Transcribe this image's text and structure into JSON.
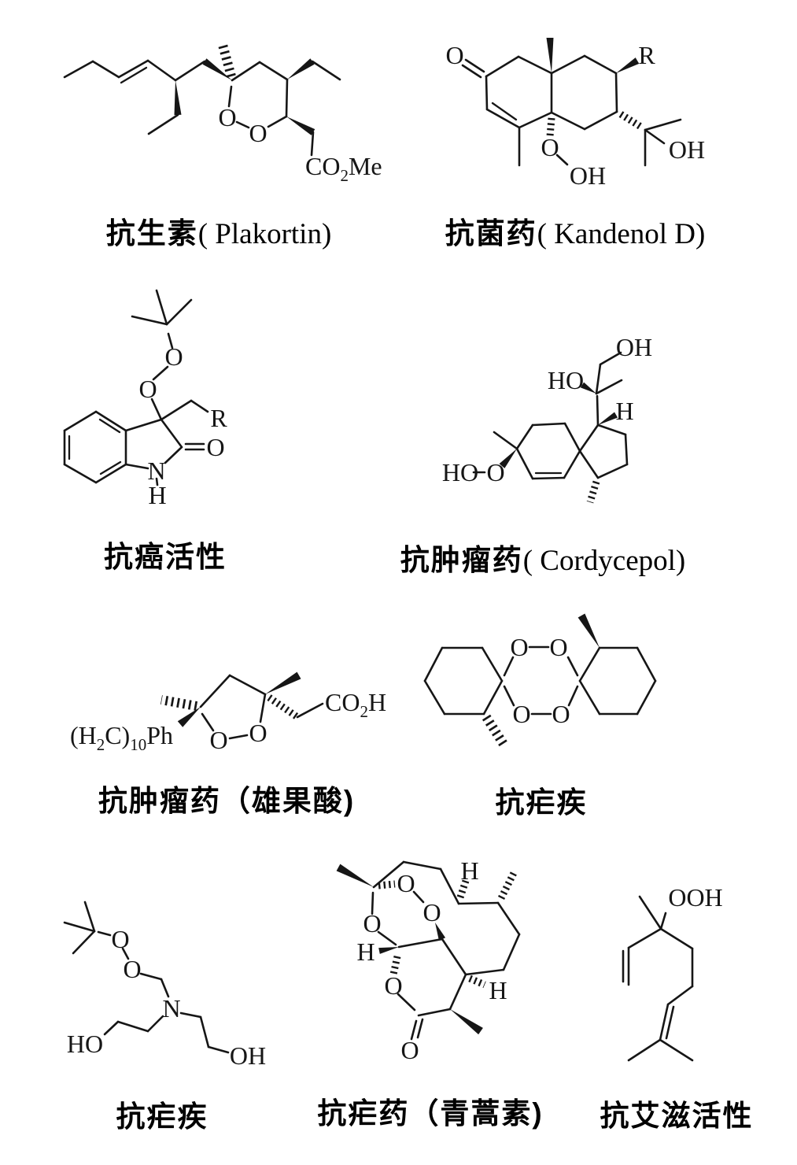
{
  "colors": {
    "background": "#ffffff",
    "ink": "#161616"
  },
  "figures": [
    {
      "key": "plakortin",
      "caption_zh": "抗生素",
      "caption_latin": "( Plakortin)",
      "labels": {
        "o1": "O",
        "o2": "O",
        "ester_pre": "CO",
        "ester_sub": "2",
        "ester_post": "Me"
      }
    },
    {
      "key": "kandenol-d",
      "caption_zh": "抗菌药",
      "caption_latin": "( Kandenol D)",
      "labels": {
        "ketone_o": "O",
        "r_group": "R",
        "peroxy_o": "O",
        "peroxy_oh": "OH",
        "alcohol_oh": "OH"
      }
    },
    {
      "key": "oxindole-peroxide",
      "caption_zh": "抗癌活性",
      "caption_latin": "",
      "labels": {
        "o1": "O",
        "o2": "O",
        "carbonyl_o": "O",
        "n": "N",
        "nh": "H",
        "r_group": "R"
      }
    },
    {
      "key": "cordycepol",
      "caption_zh": "抗肿瘤药",
      "caption_latin": "( Cordycepol)",
      "labels": {
        "oh_top": "OH",
        "ho_side": "HO",
        "h": "H",
        "ho_left": "HO",
        "o_left": "O"
      }
    },
    {
      "key": "plakinic-acid",
      "caption_zh": "抗肿瘤药（雄果酸)",
      "caption_latin": "",
      "labels": {
        "chain_pre": "(H",
        "chain_sub1": "2",
        "chain_mid": "C)",
        "chain_sub2": "10",
        "chain_post": "Ph",
        "o_left": "O",
        "o_right": "O",
        "acid_pre": "CO",
        "acid_sub": "2",
        "acid_post": "H"
      }
    },
    {
      "key": "tetraoxane",
      "caption_zh": "抗疟疾",
      "caption_latin": "",
      "labels": {
        "o_tl": "O",
        "o_tr": "O",
        "o_bl": "O",
        "o_br": "O"
      }
    },
    {
      "key": "amino-peroxide",
      "caption_zh": "抗疟疾",
      "caption_latin": "",
      "labels": {
        "o1": "O",
        "o2": "O",
        "n": "N",
        "ho": "HO",
        "oh": "OH"
      }
    },
    {
      "key": "artemisinin",
      "caption_zh": "抗疟药（青蒿素)",
      "caption_latin": "",
      "labels": {
        "o1": "O",
        "o2": "O",
        "o_ring": "O",
        "o_lactone": "O",
        "o_carbonyl": "O",
        "h_top": "H",
        "h_left": "H",
        "h_bottom": "H"
      }
    },
    {
      "key": "terpene-hydroperoxide",
      "caption_zh": "抗艾滋活性",
      "caption_latin": "",
      "labels": {
        "ooh": "OOH"
      }
    }
  ]
}
